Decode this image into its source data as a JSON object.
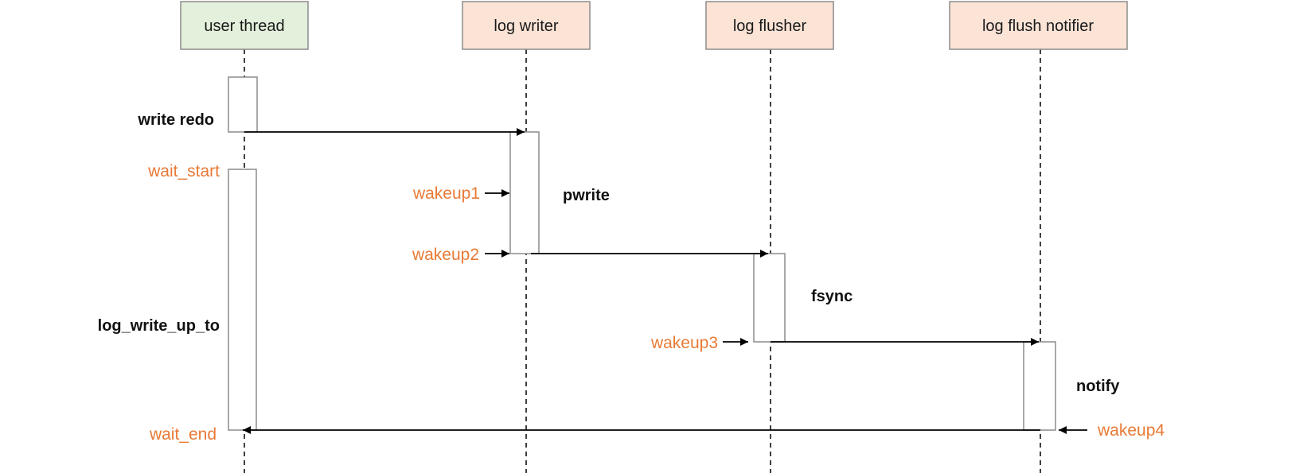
{
  "colors": {
    "user_participant_fill": "#e3f0db",
    "process_participant_fill": "#fbe3d6",
    "participant_border": "#8c8c8c",
    "activation_border": "#8c8c8c",
    "line": "#000000",
    "event_text": "#e87a35",
    "label_text": "#111111"
  },
  "participants": {
    "user_thread": "user thread",
    "log_writer": "log writer",
    "log_flusher": "log flusher",
    "log_flush_notifier": "log flush notifier"
  },
  "steps": {
    "write_redo": "write redo",
    "log_write_up_to": "log_write_up_to",
    "pwrite": "pwrite",
    "fsync": "fsync",
    "notify": "notify"
  },
  "events": {
    "wait_start": "wait_start",
    "wait_end": "wait_end",
    "wakeup1": "wakeup1",
    "wakeup2": "wakeup2",
    "wakeup3": "wakeup3",
    "wakeup4": "wakeup4"
  },
  "messages": [
    {
      "from": "user thread",
      "to": "log writer"
    },
    {
      "from": "log writer",
      "to": "log flusher"
    },
    {
      "from": "log flusher",
      "to": "log flush notifier"
    },
    {
      "from": "log flush notifier",
      "to": "user thread"
    }
  ]
}
